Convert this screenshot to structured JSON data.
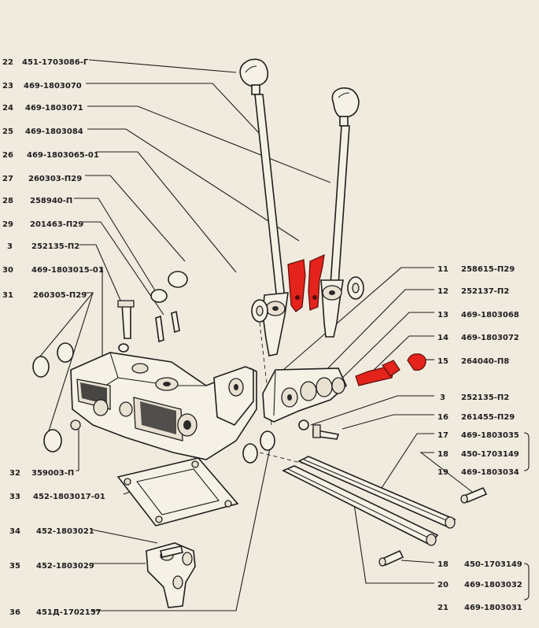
{
  "callouts_left": [
    {
      "num": "22",
      "code": "451-1703086-Г"
    },
    {
      "num": "23",
      "code": "469-1803070"
    },
    {
      "num": "24",
      "code": "469-1803071"
    },
    {
      "num": "25",
      "code": "469-1803084"
    },
    {
      "num": "26",
      "code": "469-1803065-01"
    },
    {
      "num": "27",
      "code": "260303-П29"
    },
    {
      "num": "28",
      "code": "258940-П"
    },
    {
      "num": "29",
      "code": "201463-П29"
    },
    {
      "num": "3",
      "code": "252135-П2"
    },
    {
      "num": "30",
      "code": "469-1803015-01"
    },
    {
      "num": "31",
      "code": "260305-П29"
    },
    {
      "num": "32",
      "code": "359003-П"
    },
    {
      "num": "33",
      "code": "452-1803017-01"
    },
    {
      "num": "34",
      "code": "452-1803021"
    },
    {
      "num": "35",
      "code": "452-1803029"
    },
    {
      "num": "36",
      "code": "451Д-1702157"
    }
  ],
  "callouts_right": [
    {
      "num": "11",
      "code": "258615-П29"
    },
    {
      "num": "12",
      "code": "252137-П2"
    },
    {
      "num": "13",
      "code": "469-1803068"
    },
    {
      "num": "14",
      "code": "469-1803072"
    },
    {
      "num": "15",
      "code": "264040-П8"
    },
    {
      "num": "3",
      "code": "252135-П2"
    },
    {
      "num": "16",
      "code": "261455-П29"
    },
    {
      "num": "17",
      "code": "469-1803035"
    },
    {
      "num": "18",
      "code": "450-1703149"
    },
    {
      "num": "19",
      "code": "469-1803034"
    },
    {
      "num": "18",
      "code": "450-1703149"
    },
    {
      "num": "20",
      "code": "469-1803032"
    },
    {
      "num": "21",
      "code": "469-1803031"
    }
  ],
  "colors": {
    "paper": "#f1ebdf",
    "ink": "#1e1e1e",
    "highlight": "#e3231c"
  }
}
